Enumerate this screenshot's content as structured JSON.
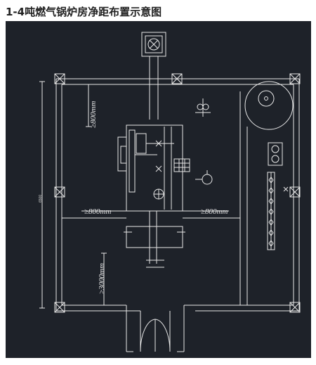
{
  "title": "1-4吨燃气锅炉房净距布置示意图",
  "dimensions": {
    "top_left": "≥800mm",
    "middle_left": "≥800mm",
    "middle_right": "≥800mm",
    "bottom_left": "≥3000mm",
    "side_small": "6500"
  },
  "colors": {
    "background": "#1e2229",
    "lines": "#e8e8e8",
    "title": "#222222"
  }
}
